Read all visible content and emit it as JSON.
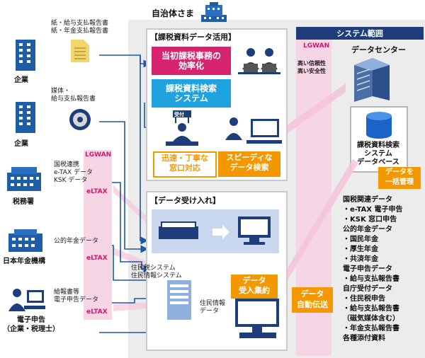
{
  "title": "自治体さま",
  "panel1": {
    "title": "【課税資料データ活用】",
    "btn_efficiency": "当初課税事務の\n効率化",
    "btn_search": "課税資料検索\nシステム",
    "label_reception": "迅速・丁寧な\n窓口対応",
    "label_speedy": "スピーディな\nデータ検索",
    "counter_sign": "受付"
  },
  "panel2": {
    "title": "【データ受け入れ】",
    "label_aggregate": "データ\n受入集約",
    "label_resident_sys": "住民税システム\n住民情報システム",
    "label_resident_data": "住民情報\nデータ"
  },
  "system": {
    "header": "システム範囲",
    "lgwan": "LGWAN",
    "reliability": "高い信頼性\n高い安全性",
    "datacenter": "データセンター",
    "database": "課税資料検索\nシステム\nデータベース",
    "manage": "データを\n一括管理",
    "auto": "データ\n自動伝送",
    "list": [
      "国税関連データ",
      "・e-TAX 電子申告",
      "・KSK 窓口申告",
      "公的年金データ",
      "・国民年金",
      "・厚生年金",
      "・共済年金",
      "電子申告データ",
      "・給与支払報告書",
      "自庁受付データ",
      "・住民税申告",
      "・給与支払報告書",
      "（磁気媒体含む）",
      "・年金支払報告書",
      "各種添付資料"
    ]
  },
  "sources": {
    "company1": "企業",
    "company1_docs": "紙・給与支払報告書\n紙・年金支払報告書",
    "company2": "企業",
    "company2_docs": "媒体・\n給与支払報告書",
    "tax_office": "税務署",
    "tax_office_data": "国税連携\ne-TAX データ\nKSK データ",
    "pension": "日本年金機構",
    "pension_data": "公的年金データ",
    "efile": "電子申告\n（企業・税理士）",
    "efile_data": "給報書等\n電子申告データ",
    "lgwan": "LGWAN",
    "eltax1": "eLTAX",
    "eltax2": "eLTAX",
    "eltax3": "eLTAX"
  },
  "colors": {
    "magenta": "#d6246e",
    "cyan": "#1fa3de",
    "orange": "#f39800",
    "navy": "#1e3d7b",
    "pink": "#f6d5e5",
    "gray": "#ececec"
  }
}
